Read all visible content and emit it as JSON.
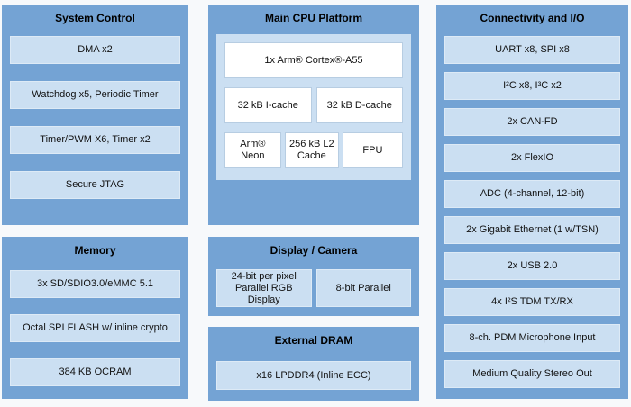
{
  "system_control": {
    "title": "System Control",
    "items": [
      "DMA x2",
      "Watchdog x5, Periodic Timer",
      "Timer/PWM X6, Timer x2",
      "Secure JTAG"
    ]
  },
  "main_cpu": {
    "title": "Main CPU Platform",
    "cpu": "1x Arm® Cortex®-A55",
    "icache": "32 kB I-cache",
    "dcache": "32 kB D-cache",
    "neon": "Arm® Neon",
    "l2_cache": "256 kB L2 Cache",
    "fpu": "FPU"
  },
  "connectivity": {
    "title": "Connectivity and I/O",
    "items": [
      "UART x8, SPI x8",
      "I²C x8, I³C x2",
      "2x CAN-FD",
      "2x FlexIO",
      "ADC (4-channel, 12-bit)",
      "2x Gigabit Ethernet (1 w/TSN)",
      "2x USB 2.0",
      "4x I²S TDM TX/RX",
      "8-ch. PDM Microphone Input",
      "Medium Quality Stereo Out"
    ]
  },
  "memory": {
    "title": "Memory",
    "items": [
      "3x SD/SDIO3.0/eMMC 5.1",
      "Octal SPI FLASH w/ inline crypto",
      "384 KB OCRAM"
    ]
  },
  "display_camera": {
    "title": "Display / Camera",
    "items": [
      "24-bit per pixel Parallel RGB Display",
      "8-bit Parallel"
    ]
  },
  "external_dram": {
    "title": "External DRAM",
    "items": [
      "x16 LPDDR4 (Inline ECC)"
    ]
  },
  "colors": {
    "section_bg": "#74a3d4",
    "item_bg": "#cbdff2",
    "white_box": "#ffffff",
    "page_bg": "#f7f9fb",
    "text": "#111111"
  }
}
